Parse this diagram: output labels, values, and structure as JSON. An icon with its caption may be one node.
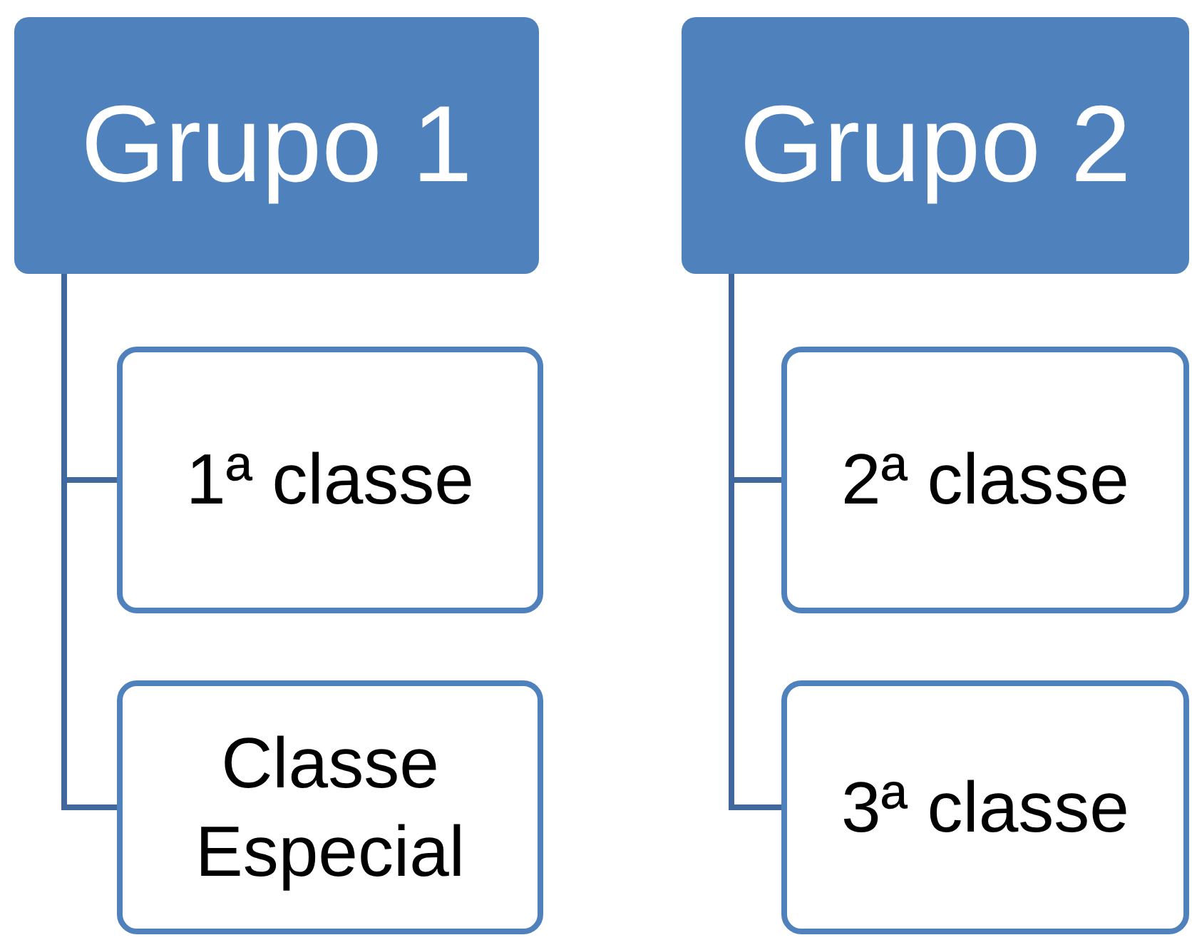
{
  "diagram": {
    "nodes": [
      {
        "text": [
          "Grupo 1"
        ]
      },
      {
        "text": [
          "1ª classe"
        ]
      },
      {
        "text": [
          "Classe Especial"
        ]
      },
      {
        "text": [
          "Grupo 2"
        ]
      },
      {
        "text": [
          "2ª classe"
        ]
      },
      {
        "text": [
          "3ª classe"
        ]
      }
    ],
    "edges": [
      {
        "from": 0,
        "to": 1,
        "arrow": "none"
      },
      {
        "from": 0,
        "to": 2,
        "arrow": "none"
      },
      {
        "from": 3,
        "to": 4,
        "arrow": "none"
      },
      {
        "from": 3,
        "to": 5,
        "arrow": "none"
      }
    ]
  }
}
